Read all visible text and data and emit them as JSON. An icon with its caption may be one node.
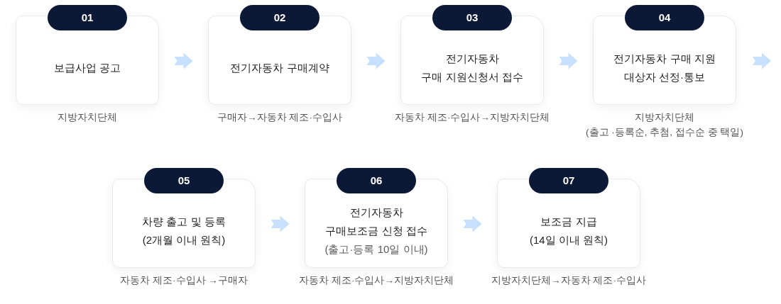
{
  "diagram": {
    "nodes": [
      {
        "text": [
          "01",
          "보급사업 공고"
        ],
        "beside": [
          "지방자치단체"
        ]
      },
      {
        "text": [
          "02",
          "전기자동차 구매계약"
        ],
        "beside": [
          "구매자→자동차 제조·수입사"
        ]
      },
      {
        "text": [
          "03",
          "전기자동차 구매 지원신청서 접수"
        ],
        "beside": [
          "자동차 제조·수입사→지방자치단체"
        ]
      },
      {
        "text": [
          "04",
          "전기자동차 구매 지원 대상자 선정·통보"
        ],
        "beside": [
          "지방자치단체 (출고 ·등록순, 추첨, 접수순 중 택일)"
        ]
      },
      {
        "text": [
          "05",
          "차량 출고 및 등록 (2개월 이내 원칙)"
        ],
        "beside": [
          "자동차 제조·수입사 →구매자"
        ]
      },
      {
        "text": [
          "06",
          "전기자동차 구매보조금 신청 접수",
          "(출고·등록 10일 이내)"
        ],
        "beside": [
          "자동차 제조·수입사→지방자치단체"
        ]
      },
      {
        "text": [
          "07",
          "보조금 지급 (14일 이내 원칙)"
        ],
        "beside": [
          "지방자치단체→자동차 제조·수입사"
        ]
      }
    ],
    "edges": [
      {
        "from": 0,
        "to": 1,
        "arrow": "to"
      },
      {
        "from": 1,
        "to": 2,
        "arrow": "to"
      },
      {
        "from": 2,
        "to": 3,
        "arrow": "to"
      },
      {
        "from": 3,
        "to": null,
        "arrow": "to"
      },
      {
        "from": 4,
        "to": 5,
        "arrow": "to"
      },
      {
        "from": 5,
        "to": 6,
        "arrow": "to"
      }
    ]
  }
}
